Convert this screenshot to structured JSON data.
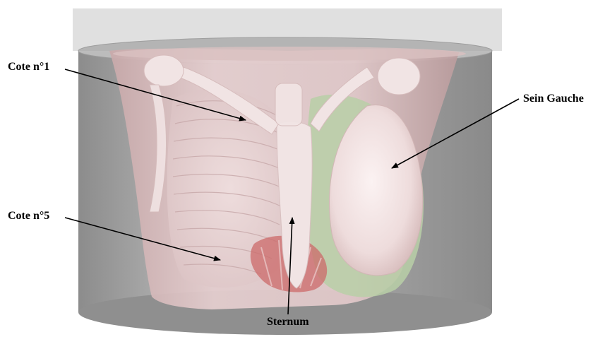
{
  "figure": {
    "subject": "3D rendering of female thorax phantom inside translucent cylinder",
    "colors": {
      "background": "#ffffff",
      "cylinder": "#a9a9a9",
      "cylinder_top": "#bdbdbd",
      "cylinder_bottom": "#8f8f8f",
      "skin": "#e8cfcf",
      "bone": "#f1e4e4",
      "breast": "#f4e6e6",
      "lung_green": "#b9cfa7",
      "heart_red": "#cc6a6a",
      "annotation": "#000000"
    }
  },
  "labels": {
    "rib1": "Cote n°1",
    "rib5": "Cote n°5",
    "left_breast": "Sein Gauche",
    "sternum": "Sternum"
  }
}
